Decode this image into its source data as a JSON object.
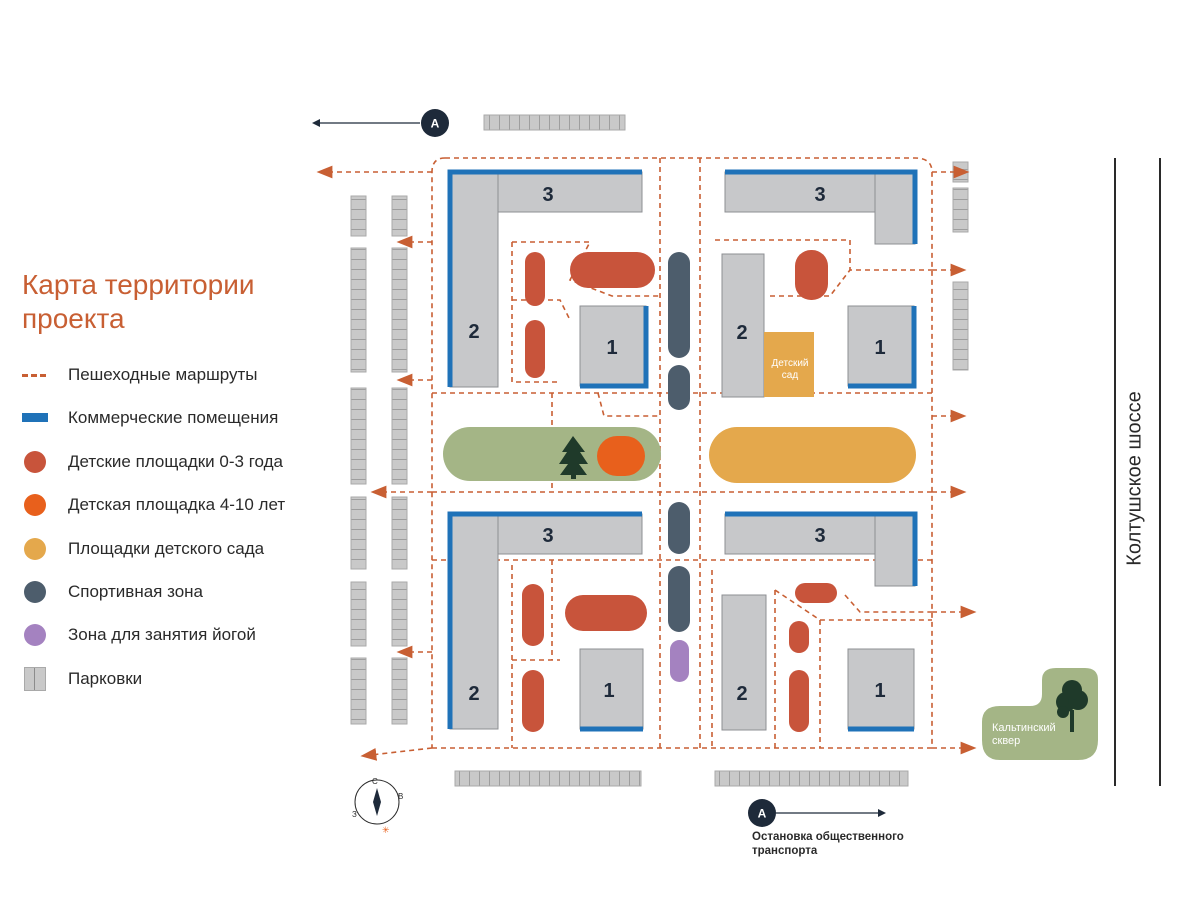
{
  "title": "Карта территории проекта",
  "legend": [
    {
      "type": "dash",
      "label": "Пешеходные маршруты",
      "color": "#c85f33"
    },
    {
      "type": "commercial",
      "label": "Коммерческие помещения",
      "color": "#1f72b8"
    },
    {
      "type": "dot",
      "label": "Детские площадки 0-3 года",
      "color": "#c8543b"
    },
    {
      "type": "dot",
      "label": "Детская площадка 4-10 лет",
      "color": "#e8601c"
    },
    {
      "type": "dot",
      "label": "Площадки детского сада",
      "color": "#e4a84c"
    },
    {
      "type": "dot",
      "label": "Спортивная зона",
      "color": "#4d5d6c"
    },
    {
      "type": "dot",
      "label": "Зона для занятия йогой",
      "color": "#a482c0"
    },
    {
      "type": "parking",
      "label": "Парковки",
      "color": "#c9c9c9"
    }
  ],
  "road": "Колтушское шоссе",
  "bus_stop": {
    "marker": "А",
    "label": "Остановка общественного транспорта"
  },
  "park": {
    "name": "Кальтинский сквер"
  },
  "kindergarten": "Детский сад",
  "building_numbers": [
    "3",
    "2",
    "1",
    "3",
    "2",
    "1",
    "3",
    "2",
    "1",
    "3",
    "2",
    "1"
  ],
  "compass": {
    "n": "С",
    "e": "В",
    "w": "З"
  },
  "colors": {
    "route": "#c85f33",
    "commercial": "#1f72b8",
    "building": "#c7c8ca",
    "playground_small": "#c8543b",
    "playground_big": "#e8601c",
    "kindergarten": "#e4a84c",
    "sport": "#4d5d6c",
    "yoga": "#a482c0",
    "green": "#a4b586",
    "marker": "#1e2a3a"
  }
}
